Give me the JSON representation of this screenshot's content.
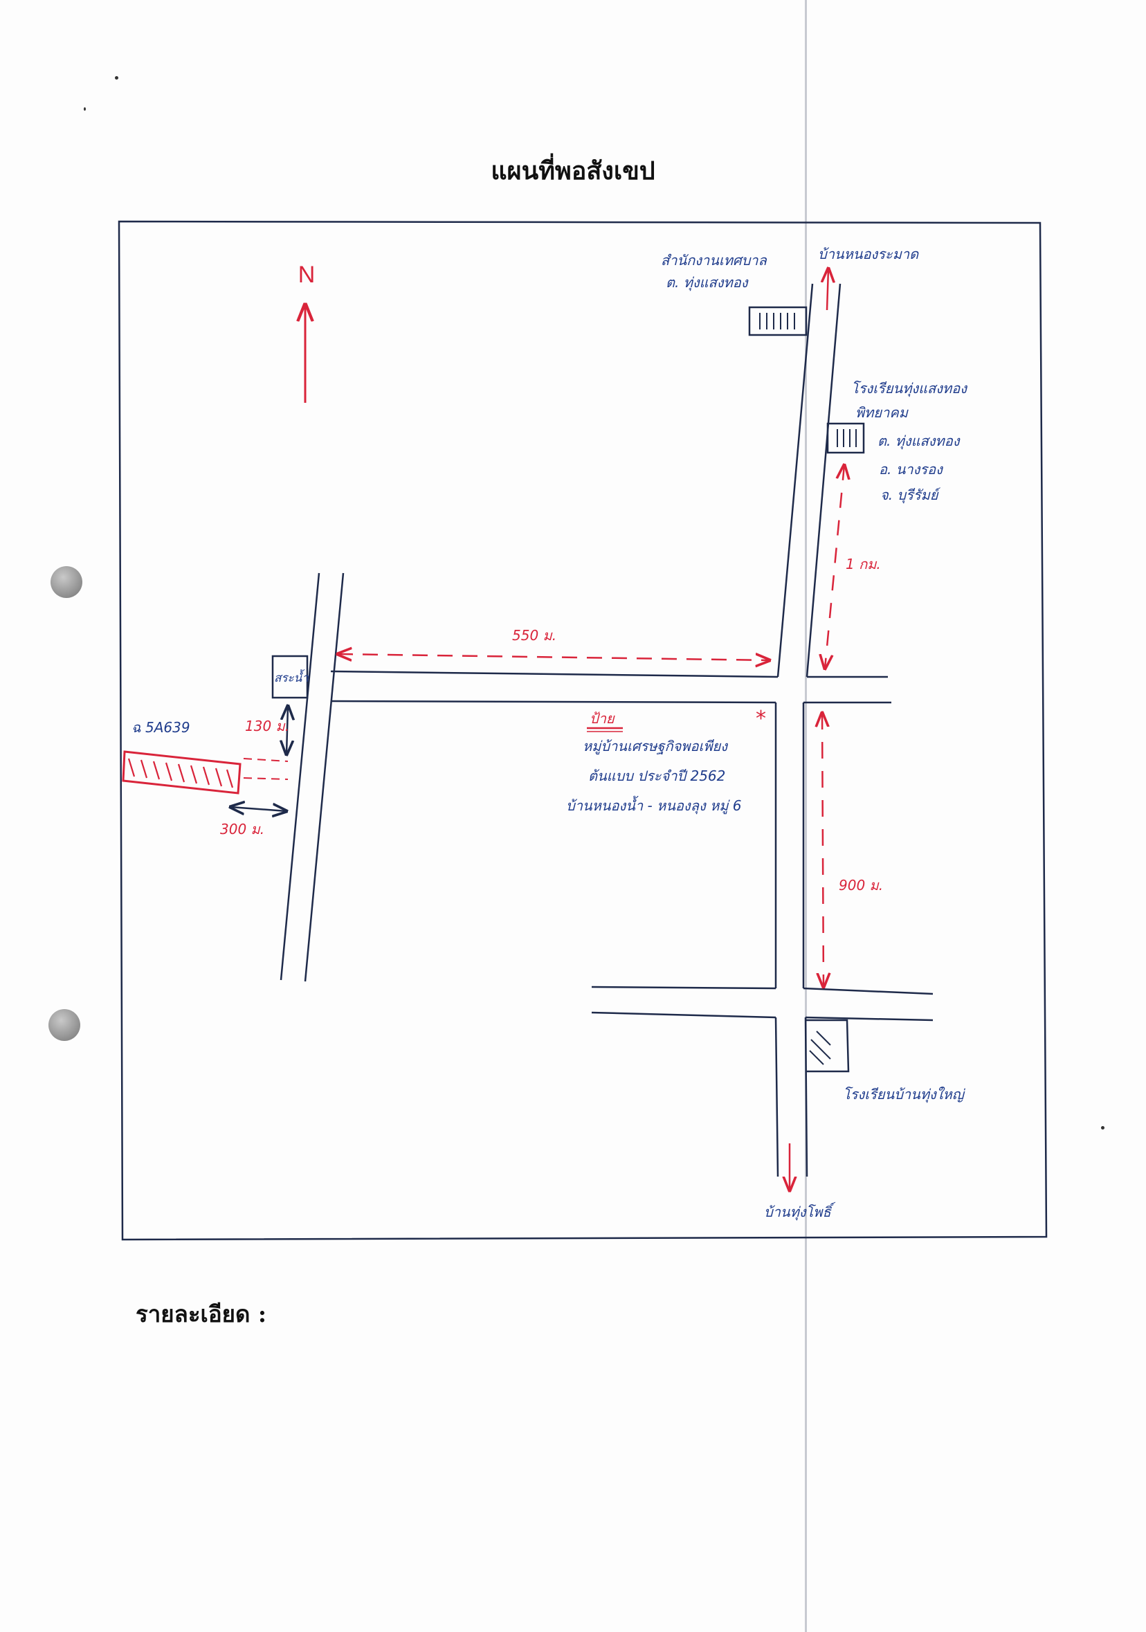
{
  "title": "แผนที่พอสังเขป",
  "north": "N",
  "labels": {
    "municipal_office_l1": "สำนักงานเทศบาล",
    "municipal_office_l2": "ต. ทุ่งแสงทอง",
    "to_north_village": "บ้านหนองระมาด",
    "school_l1": "โรงเรียนทุ่งแสงทอง",
    "school_l2": "พิทยาคม",
    "school_l3": "ต. ทุ่งแสงทอง",
    "school_l4": "อ. นางรอง",
    "school_l5": "จ. บุรีรัมย์",
    "dist_1km": "1 กม.",
    "dist_550": "550 ม.",
    "pond": "สระน้ำ",
    "parcel": "ฉ 5A639",
    "dist_130": "130 ม.",
    "dist_300": "300 ม.",
    "sign_l1": "ป้าย",
    "sign_l2": "หมู่บ้านเศรษฐกิจพอเพียง",
    "sign_l3": "ต้นแบบ ประจำปี 2562",
    "sign_l4": "บ้านหนองน้ำ - หนองลุง หมู่ 6",
    "dist_900": "900 ม.",
    "school2": "โรงเรียนบ้านทุ่งใหญ่",
    "to_south_village": "บ้านทุ่งโพธิ์"
  },
  "detail_label": "รายละเอียด :",
  "colors": {
    "ink_blue": "#1f3c8c",
    "ink_red": "#d9243a",
    "road_line": "#1e2a4a",
    "paper": "#fdfdfd"
  }
}
